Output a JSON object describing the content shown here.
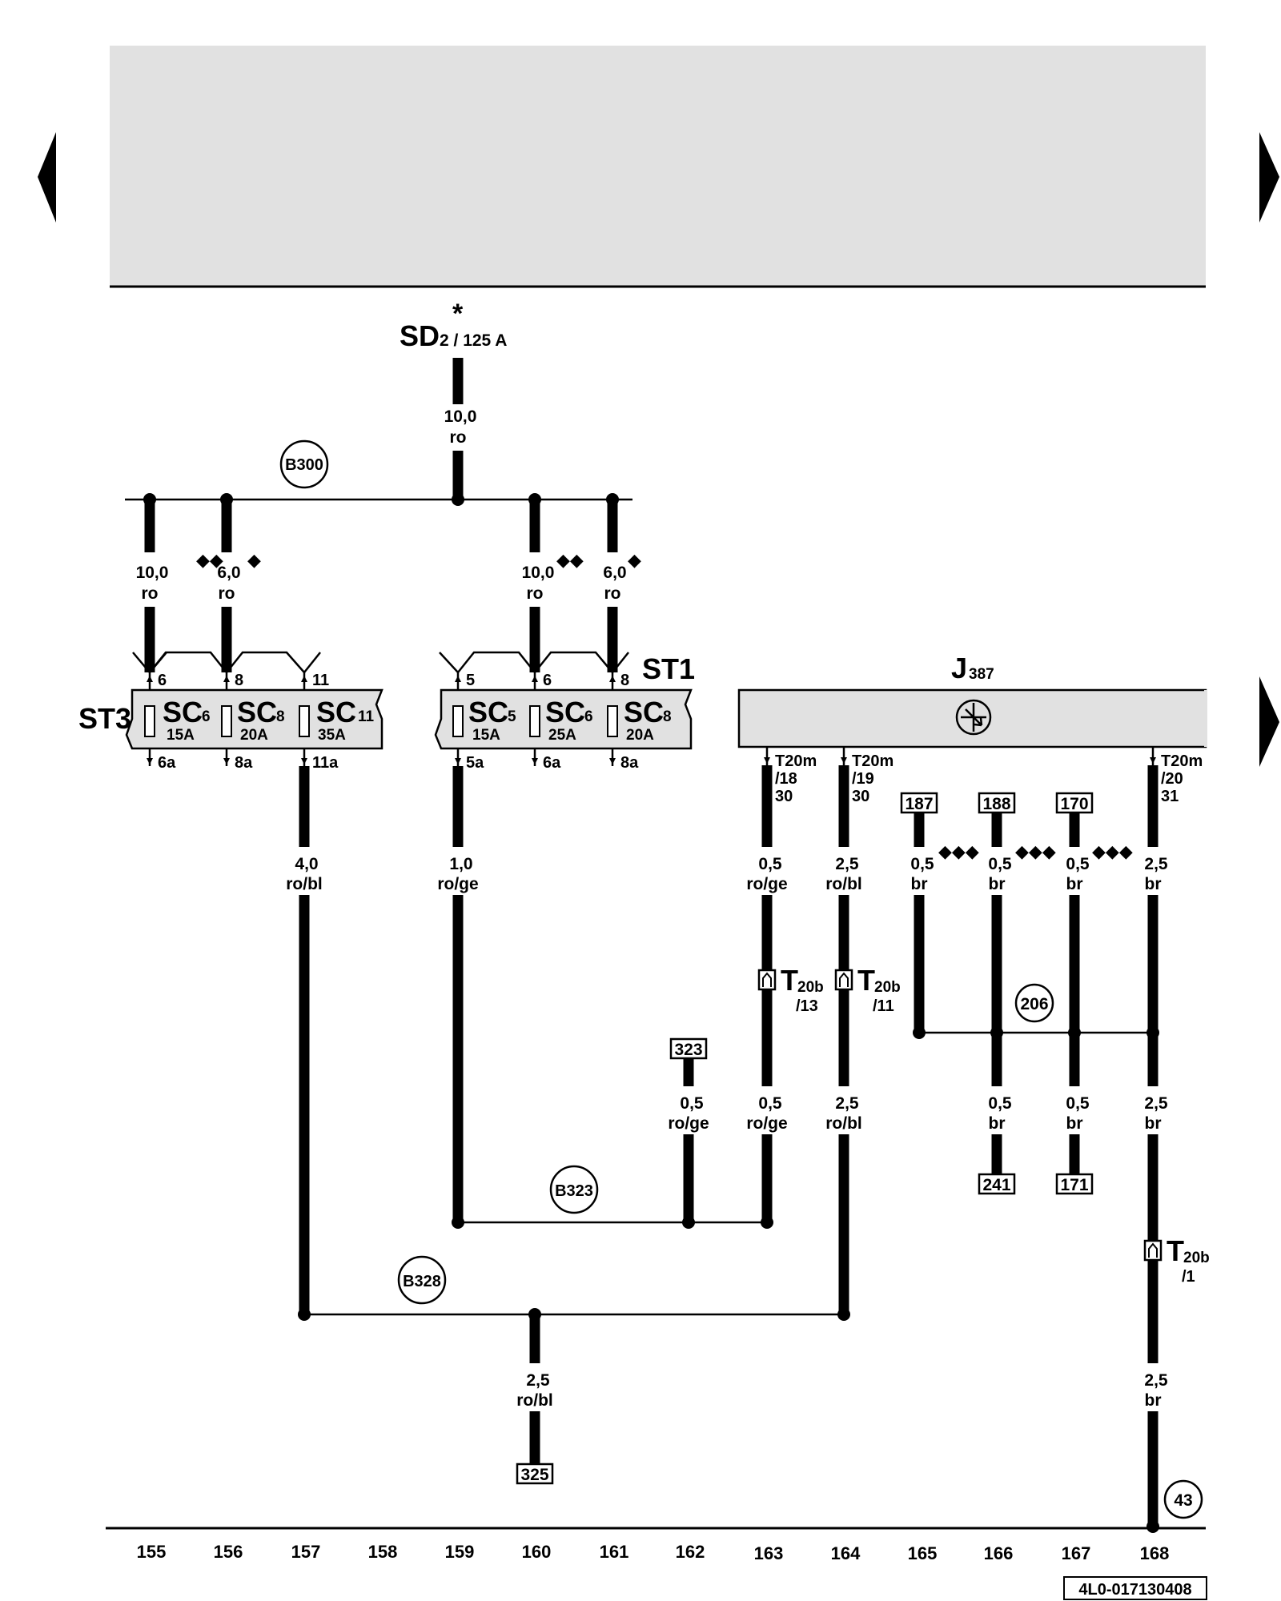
{
  "page": {
    "doc_ref": "4L0-017130408",
    "header_fill": "#e1e1e1",
    "wire_color": "#000000"
  },
  "nav": {
    "left_arrow": "triangle-left-icon",
    "right_arrow_top": "triangle-right-icon",
    "right_arrow_mid": "triangle-right-icon"
  },
  "supply": {
    "name": "SD",
    "sub": "2 / 125 A",
    "star": "*",
    "wire_size": "10,0",
    "wire_color": "ro"
  },
  "bus_labels": {
    "b300": "B300",
    "b323": "B323",
    "b328": "B328",
    "g206": "206",
    "g43": "43"
  },
  "top_wires": [
    {
      "size": "10,0",
      "color": "ro",
      "marks": "◆◆"
    },
    {
      "size": "6,0",
      "color": "ro",
      "marks": "◆"
    },
    {
      "size": "10,0",
      "color": "ro",
      "marks": "◆◆"
    },
    {
      "size": "6,0",
      "color": "ro",
      "marks": "◆"
    }
  ],
  "fuse_blocks": {
    "st3": {
      "name": "ST3",
      "fuses": [
        {
          "name": "SC",
          "num": "6",
          "amp": "15A",
          "pin_in": "6",
          "pin_out": "6a"
        },
        {
          "name": "SC",
          "num": "8",
          "amp": "20A",
          "pin_in": "8",
          "pin_out": "8a"
        },
        {
          "name": "SC",
          "num": "11",
          "amp": "35A",
          "pin_in": "11",
          "pin_out": "11a"
        }
      ]
    },
    "st1": {
      "name": "ST1",
      "fuses": [
        {
          "name": "SC",
          "num": "5",
          "amp": "15A",
          "pin_in": "5",
          "pin_out": "5a"
        },
        {
          "name": "SC",
          "num": "6",
          "amp": "25A",
          "pin_in": "6",
          "pin_out": "6a"
        },
        {
          "name": "SC",
          "num": "8",
          "amp": "20A",
          "pin_in": "8",
          "pin_out": "8a"
        }
      ]
    }
  },
  "module": {
    "name": "J",
    "num": "387",
    "pins": [
      {
        "conn": "T20m",
        "pin": "/18",
        "term": "30"
      },
      {
        "conn": "T20m",
        "pin": "/19",
        "term": "30"
      },
      {
        "conn": "T20m",
        "pin": "/20",
        "term": "31"
      }
    ]
  },
  "wires": {
    "w157": {
      "size": "4,0",
      "color": "ro/bl"
    },
    "w159": {
      "size": "1,0",
      "color": "ro/ge"
    },
    "w163a": {
      "size": "0,5",
      "color": "ro/ge"
    },
    "w164a": {
      "size": "2,5",
      "color": "ro/bl"
    },
    "w165": {
      "size": "0,5",
      "color": "br",
      "marks": "◆◆◆"
    },
    "w166a": {
      "size": "0,5",
      "color": "br",
      "marks": "◆◆◆"
    },
    "w167a": {
      "size": "0,5",
      "color": "br",
      "marks": "◆◆◆"
    },
    "w168a": {
      "size": "2,5",
      "color": "br"
    },
    "w162": {
      "size": "0,5",
      "color": "ro/ge"
    },
    "w163b": {
      "size": "0,5",
      "color": "ro/ge"
    },
    "w164b": {
      "size": "2,5",
      "color": "ro/bl"
    },
    "w166b": {
      "size": "0,5",
      "color": "br"
    },
    "w167b": {
      "size": "0,5",
      "color": "br"
    },
    "w168b": {
      "size": "2,5",
      "color": "br"
    },
    "w160": {
      "size": "2,5",
      "color": "ro/bl"
    },
    "w168c": {
      "size": "2,5",
      "color": "br"
    }
  },
  "connectors": {
    "c163": {
      "name": "T",
      "sub": "20b",
      "pin": "/13"
    },
    "c164": {
      "name": "T",
      "sub": "20b",
      "pin": "/11"
    },
    "c168": {
      "name": "T",
      "sub": "20b",
      "pin": "/1"
    }
  },
  "refs": {
    "r187": "187",
    "r188": "188",
    "r170": "170",
    "r323": "323",
    "r241": "241",
    "r171": "171",
    "r325": "325"
  },
  "columns": [
    "155",
    "156",
    "157",
    "158",
    "159",
    "160",
    "161",
    "162",
    "163",
    "164",
    "165",
    "166",
    "167",
    "168"
  ]
}
